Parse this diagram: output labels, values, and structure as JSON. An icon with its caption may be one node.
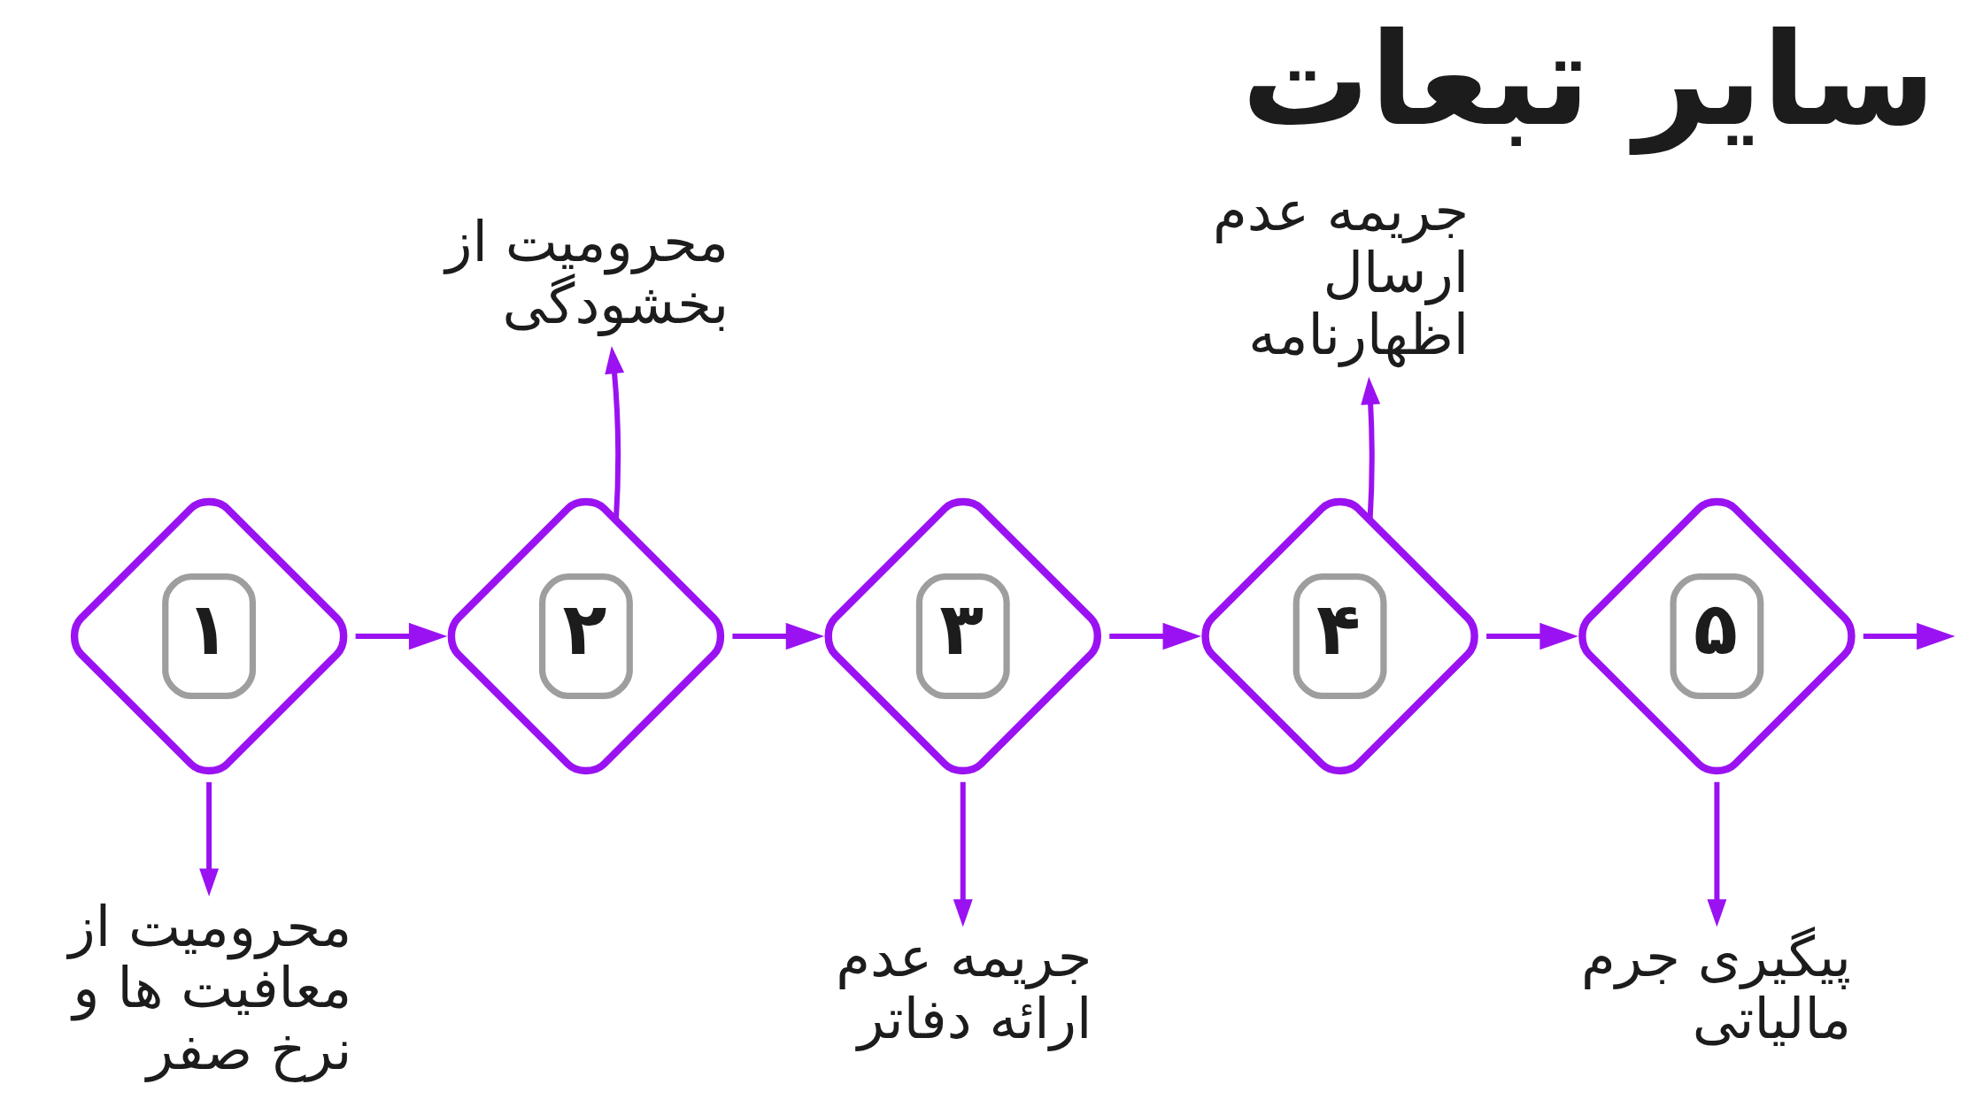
{
  "diagram": {
    "title": "سایر تبعات",
    "nodes": [
      {
        "text": [
          "۱"
        ]
      },
      {
        "text": [
          "۲"
        ]
      },
      {
        "text": [
          "۳"
        ]
      },
      {
        "text": [
          "۴"
        ]
      },
      {
        "text": [
          "۵"
        ]
      },
      {
        "text": [
          "محرومیت از معافیت ها و نرخ صفر"
        ]
      },
      {
        "text": [
          "محرومیت از بخشودگی"
        ]
      },
      {
        "text": [
          "جریمه عدم ارائه دفاتر"
        ]
      },
      {
        "text": [
          "جریمه عدم ارسال اظهارنامه"
        ]
      },
      {
        "text": [
          "پیگیری جرم مالیاتی"
        ]
      }
    ],
    "edges": [
      {
        "from": 0,
        "to": 1,
        "arrow": "to"
      },
      {
        "from": 1,
        "to": 2,
        "arrow": "to"
      },
      {
        "from": 2,
        "to": 3,
        "arrow": "to"
      },
      {
        "from": 3,
        "to": 4,
        "arrow": "to"
      },
      {
        "from": 4,
        "to": null,
        "arrow": "to"
      },
      {
        "from": 0,
        "to": 5,
        "arrow": "to"
      },
      {
        "from": 1,
        "to": 6,
        "arrow": "to"
      },
      {
        "from": 2,
        "to": 7,
        "arrow": "to"
      },
      {
        "from": 3,
        "to": 8,
        "arrow": "to"
      },
      {
        "from": 4,
        "to": 9,
        "arrow": "to"
      }
    ]
  }
}
